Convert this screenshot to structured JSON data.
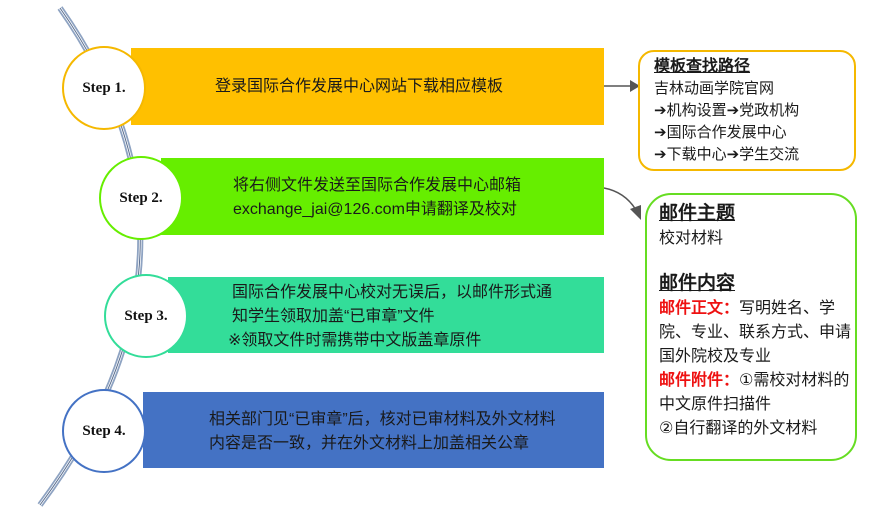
{
  "steps": [
    {
      "label": "Step 1.",
      "text": [
        "登录国际合作发展中心网站下载相应模板"
      ],
      "color": "#ffc000"
    },
    {
      "label": "Step 2.",
      "text": [
        "将右侧文件发送至国际合作发展中心邮箱",
        "exchange_jai@126.com申请翻译及校对"
      ],
      "color": "#66ee00"
    },
    {
      "label": "Step 3.",
      "text": [
        "国际合作发展中心校对无误后，以邮件形式通",
        "知学生领取加盖“已审章”文件",
        "※领取文件时需携带中文版盖章原件"
      ],
      "color": "#33dd99"
    },
    {
      "label": "Step 4.",
      "text": [
        "相关部门见“已审章”后，核对已审材料及外文材料",
        "内容是否一致，并在外文材料上加盖相关公章"
      ],
      "color": "#4472c4"
    }
  ],
  "template_box": {
    "title": "模板查找路径",
    "lines": [
      "吉林动画学院官网",
      "➔机构设置➔党政机构",
      "➔国际合作发展中心",
      "➔下载中心➔学生交流"
    ]
  },
  "email_box": {
    "subject_title": "邮件主题",
    "subject": "校对材料",
    "content_title": "邮件内容",
    "body_label": "邮件正文：",
    "body_text": "写明姓名、学院、专业、联系方式、申请国外院校及专业",
    "attach_label": "邮件附件：",
    "attach_text": "①需校对材料的中文原件扫描件",
    "attach_text2": "②自行翻译的外文材料"
  }
}
